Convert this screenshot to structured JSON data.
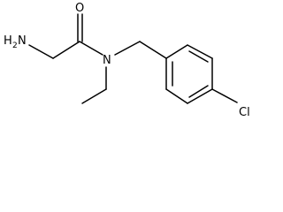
{
  "molecule": {
    "atoms": {
      "amine_h": "H",
      "amine_sub": "2",
      "amine_n": "N",
      "carbonyl_o": "O",
      "amide_n": "N",
      "chlorine": "Cl"
    },
    "colors": {
      "bond": "#000000",
      "label": "#000000",
      "background": "#ffffff"
    }
  }
}
